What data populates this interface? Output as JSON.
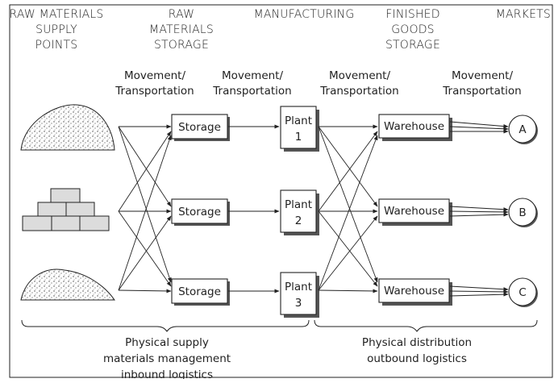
{
  "headers": {
    "raw_supply": [
      "RAW MATERIALS",
      "SUPPLY",
      "POINTS"
    ],
    "raw_storage": [
      "RAW",
      "MATERIALS",
      "STORAGE"
    ],
    "manufacturing": "MANUFACTURING",
    "finished": [
      "FINISHED",
      "GOODS",
      "STORAGE"
    ],
    "markets": "MARKETS"
  },
  "movement_labels": [
    [
      "Movement/",
      "Transportation"
    ],
    [
      "Movement/",
      "Transportation"
    ],
    [
      "Movement/",
      "Transportation"
    ],
    [
      "Movement/",
      "Transportation"
    ]
  ],
  "storage_boxes": [
    "Storage",
    "Storage",
    "Storage"
  ],
  "plants": [
    [
      "Plant",
      "1"
    ],
    [
      "Plant",
      "2"
    ],
    [
      "Plant",
      "3"
    ]
  ],
  "warehouses": [
    "Warehouse",
    "Warehouse",
    "Warehouse"
  ],
  "markets": [
    "A",
    "B",
    "C"
  ],
  "captions": {
    "supply": [
      "Physical supply",
      "materials management",
      "inbound logistics"
    ],
    "distribution": [
      "Physical distribution",
      "outbound logistics"
    ]
  }
}
